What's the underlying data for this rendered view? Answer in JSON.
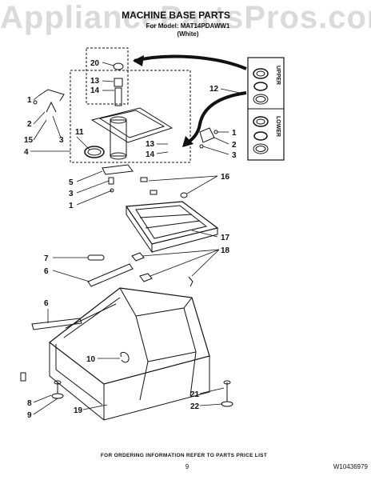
{
  "header": {
    "watermark": "AppliancePartsPros.com",
    "title": "MACHINE BASE PARTS",
    "model_line": "For Model: MAT14PDAWW1",
    "color_line": "(White)"
  },
  "inset": {
    "upper_label": "UPPER",
    "lower_label": "LOWER"
  },
  "callouts": {
    "c20": "20",
    "c13a": "13",
    "c14a": "14",
    "c12": "12",
    "c1a": "1",
    "c2a": "2",
    "c15": "15",
    "c3a": "3",
    "c11": "11",
    "c4": "4",
    "c1b": "1",
    "c2b": "2",
    "c3b": "3",
    "c13b": "13",
    "c14b": "14",
    "c5": "5",
    "c3c": "3",
    "c1c": "1",
    "c16": "16",
    "c17": "17",
    "c7": "7",
    "c6a": "6",
    "c18": "18",
    "c6b": "6",
    "c10": "10",
    "c8": "8",
    "c9": "9",
    "c19": "19",
    "c21": "21",
    "c22": "22"
  },
  "footer": {
    "ordering_note": "FOR ORDERING INFORMATION REFER TO PARTS PRICE LIST",
    "page_number": "9",
    "doc_number": "W10436979"
  },
  "colors": {
    "line": "#111111",
    "bg": "#ffffff",
    "watermark": "#969696"
  }
}
